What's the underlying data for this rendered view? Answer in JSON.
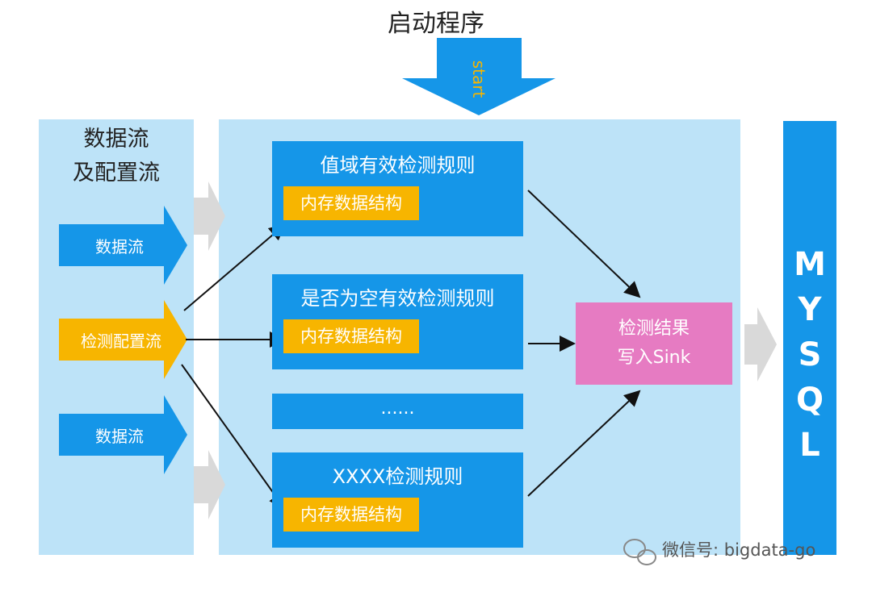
{
  "top": {
    "title": "启动程序",
    "start_label": "start"
  },
  "left_panel": {
    "title_line1": "数据流",
    "title_line2": "及配置流",
    "stream1": "数据流",
    "config_stream": "检测配置流",
    "stream2": "数据流"
  },
  "rules": [
    {
      "title": "值域有效检测规则",
      "memory": "内存数据结构"
    },
    {
      "title": "是否为空有效检测规则",
      "memory": "内存数据结构"
    },
    {
      "title": "......"
    },
    {
      "title": "XXXX检测规则",
      "memory": "内存数据结构"
    }
  ],
  "sink": {
    "line1": "检测结果",
    "line2": "写入Sink"
  },
  "mysql": [
    "M",
    "Y",
    "S",
    "Q",
    "L"
  ],
  "watermark": "微信号: bigdata-go",
  "colors": {
    "panel": "#bde3f8",
    "blue": "#1596e8",
    "yellow": "#f7b500",
    "pink": "#e67bc2",
    "grey_arrow": "#d8d8d8"
  }
}
